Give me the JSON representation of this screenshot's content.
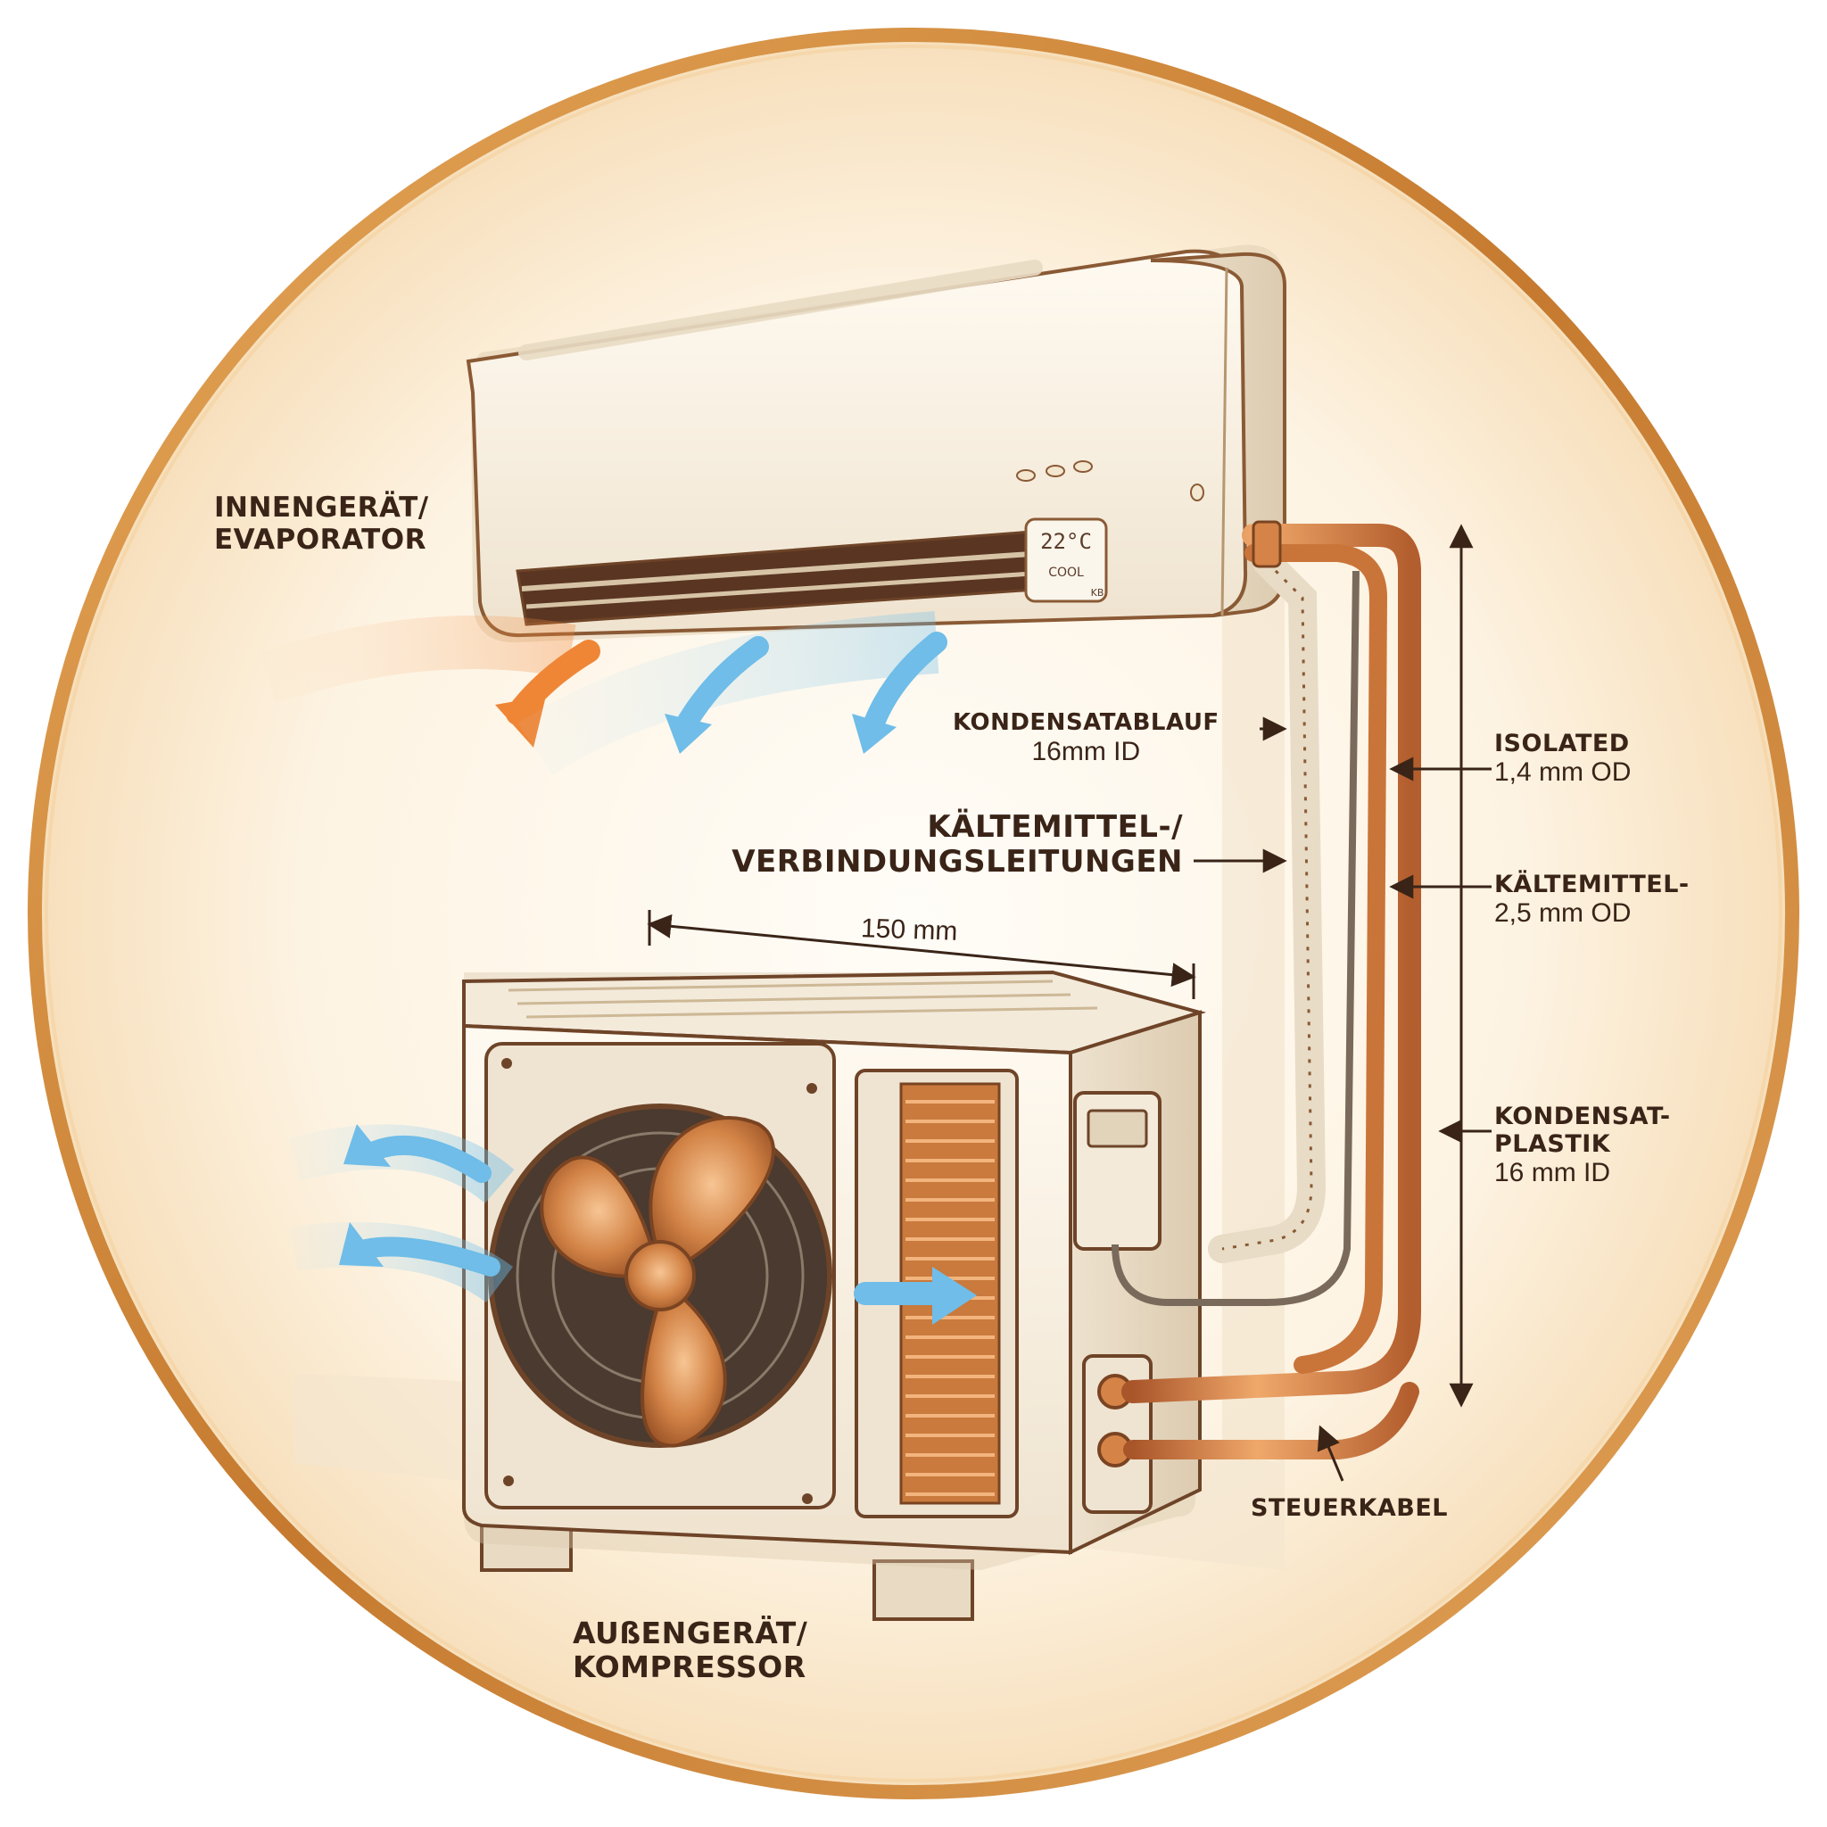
{
  "indoor_unit": {
    "title_line1": "INNENGERÄT/",
    "title_line2": "EVAPORATOR",
    "display_temp": "22°C",
    "display_mode": "COOL",
    "display_brand": "KB"
  },
  "outdoor_unit": {
    "title_line1": "AUßENGERÄT/",
    "title_line2": "KOMPRESSOR"
  },
  "labels": {
    "condensate_drain": {
      "line1": "KONDENSATABLAUF",
      "line2": "16mm ID"
    },
    "refrigerant_lines": {
      "line1": "KÄLTEMITTEL-/",
      "line2": "VERBINDUNGSLEITUNGEN"
    },
    "isolated": {
      "line1": "ISOLATED",
      "line2": "1,4 mm OD"
    },
    "refrigerant": {
      "line1": "KÄLTEMITTEL-",
      "line2": "2,5 mm OD"
    },
    "condensate_plastic": {
      "line1": "KONDENSAT-",
      "line2": "PLASTIK",
      "line3": "16 mm ID"
    },
    "control_cable": {
      "line1": "STEUERKABEL"
    },
    "width_dimension": "150 mm"
  },
  "colors": {
    "circle_border": "#c98a3c",
    "background_glow": "#fdf0d8",
    "unit_body": "#f6efe3",
    "copper": "#d27a3c",
    "air_cold": "#7cc4ea",
    "air_warm": "#f08a3a"
  }
}
